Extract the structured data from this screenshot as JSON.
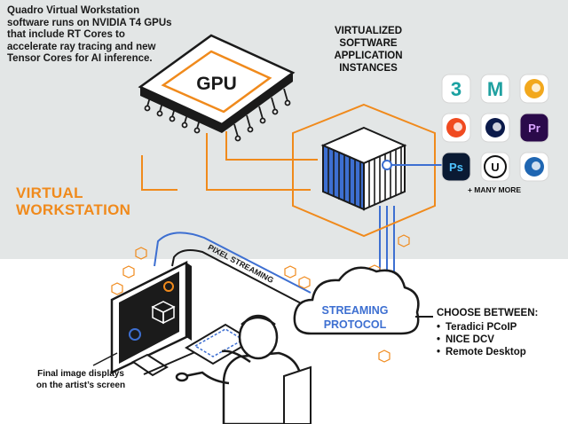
{
  "description": "Quadro Virtual Workstation software runs on NVIDIA T4 GPUs that include RT Cores to accelerate ray tracing and new Tensor Cores for AI inference.",
  "chip_label": "GPU",
  "virtual_workstation": {
    "line1": "VIRTUAL",
    "line2": "WORKSTATION"
  },
  "virtualized_instances": {
    "line1": "VIRTUALIZED",
    "line2": "SOFTWARE",
    "line3": "APPLICATION",
    "line4": "INSTANCES"
  },
  "apps": {
    "more_label": "+ MANY MORE",
    "icons": [
      {
        "name": "3ds-max-icon",
        "glyph": "3",
        "bg": "#ffffff",
        "fg": "#1aa1a1"
      },
      {
        "name": "maya-icon",
        "glyph": "M",
        "bg": "#ffffff",
        "fg": "#1fa0a0"
      },
      {
        "name": "keyshot-icon",
        "glyph": "",
        "bg": "#ffffff",
        "fg": "#f2a81d"
      },
      {
        "name": "houdini-icon",
        "glyph": "",
        "bg": "#ffffff",
        "fg": "#f04a20"
      },
      {
        "name": "cinema4d-icon",
        "glyph": "",
        "bg": "#ffffff",
        "fg": "#0b1a4a"
      },
      {
        "name": "premiere-pro-icon",
        "glyph": "Pr",
        "bg": "#2a0a4a",
        "fg": "#d9a4ff"
      },
      {
        "name": "photoshop-icon",
        "glyph": "Ps",
        "bg": "#0a1a33",
        "fg": "#4fc3ff"
      },
      {
        "name": "unreal-engine-icon",
        "glyph": "U",
        "bg": "#ffffff",
        "fg": "#111111"
      },
      {
        "name": "blender-icon",
        "glyph": "",
        "bg": "#ffffff",
        "fg": "#1f66b2"
      }
    ]
  },
  "pixel_streaming": "PIXEL STREAMING",
  "streaming_protocol": {
    "line1": "STREAMING",
    "line2": "PROTOCOL"
  },
  "choose_between": {
    "title": "CHOOSE BETWEEN:",
    "options": [
      "Teradici PCoIP",
      "NICE DCV",
      "Remote Desktop"
    ]
  },
  "final_image": {
    "line1": "Final image displays",
    "line2": "on the artist’s screen"
  },
  "colors": {
    "orange": "#f08a1c",
    "blue": "#3d6fd1",
    "panel": "#e3e6e6",
    "dark": "#1a1a1a",
    "screen": "#1b1b1b"
  }
}
